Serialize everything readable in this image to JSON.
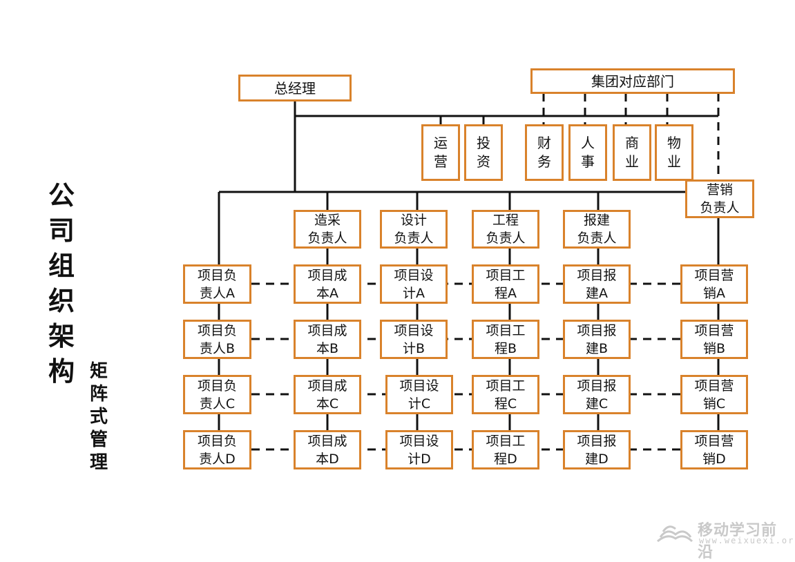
{
  "title": "公司组织架构",
  "subtitle": "矩阵式管理",
  "top": {
    "general_manager": "总经理",
    "group_departments": "集团对应部门"
  },
  "group_depts": [
    "运营",
    "投资",
    "财务",
    "人事",
    "商业",
    "物业"
  ],
  "heads": {
    "procurement": "造采\n负责人",
    "design": "设计\n负责人",
    "engineering": "工程\n负责人",
    "permit": "报建\n负责人",
    "marketing": "营销\n负责人"
  },
  "projects": [
    {
      "label": "A",
      "lead": "项目负\n责人A",
      "cost": "项目成\n本A",
      "design": "项目设\n计A",
      "eng": "项目工\n程A",
      "permit": "项目报\n建A",
      "marketing": "项目营\n销A"
    },
    {
      "label": "B",
      "lead": "项目负\n责人B",
      "cost": "项目成\n本B",
      "design": "项目设\n计B",
      "eng": "项目工\n程B",
      "permit": "项目报\n建B",
      "marketing": "项目营\n销B"
    },
    {
      "label": "C",
      "lead": "项目负\n责人C",
      "cost": "项目成\n本C",
      "design": "项目设\n计C",
      "eng": "项目工\n程C",
      "permit": "项目报\n建C",
      "marketing": "项目营\n销C"
    },
    {
      "label": "D",
      "lead": "项目负\n责人D",
      "cost": "项目成\n本D",
      "design": "项目设\n计D",
      "eng": "项目工\n程D",
      "permit": "项目报\n建D",
      "marketing": "项目营\n销D"
    }
  ],
  "watermark": {
    "name": "移动学习前沿",
    "url": "www.weixuexi.org"
  },
  "colors": {
    "box_border": "#d9822b",
    "line": "#111111",
    "watermark": "#c9c9c9"
  }
}
